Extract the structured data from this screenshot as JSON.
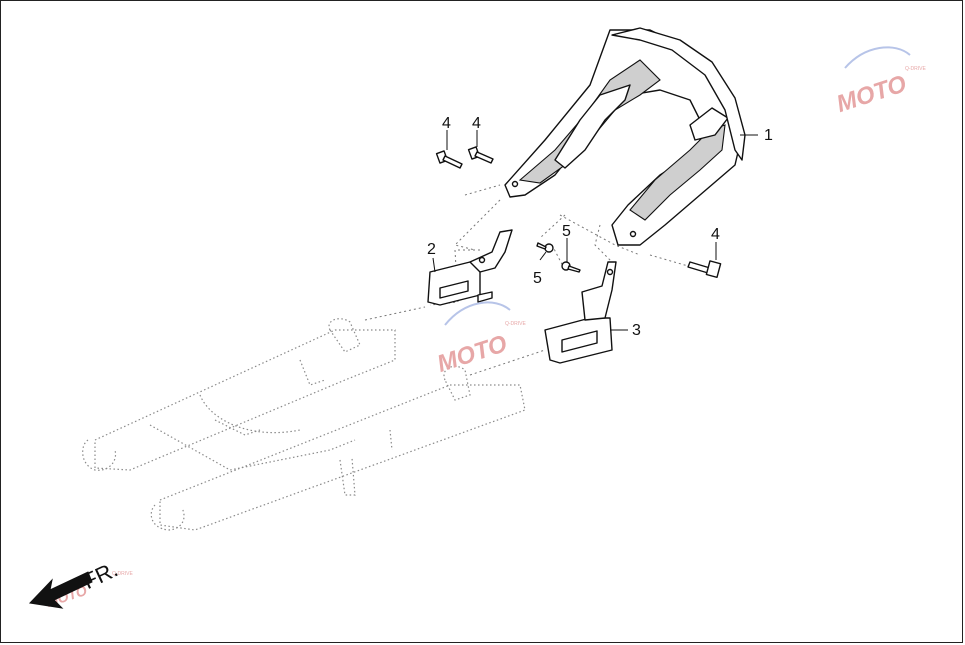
{
  "diagram": {
    "callouts": [
      {
        "id": "c1",
        "text": "1"
      },
      {
        "id": "c2",
        "text": "2"
      },
      {
        "id": "c3",
        "text": "3"
      },
      {
        "id": "c4a",
        "text": "4"
      },
      {
        "id": "c4b",
        "text": "4"
      },
      {
        "id": "c4c",
        "text": "4"
      },
      {
        "id": "c5a",
        "text": "5"
      },
      {
        "id": "c5b",
        "text": "5"
      }
    ],
    "direction_label": "FR.",
    "watermark": {
      "brand": "MOTO",
      "tagline": "Q-DRIVE"
    },
    "colors": {
      "line": "#111111",
      "ghost": "#8a8a8a",
      "watermark": "#e7a7a7"
    }
  }
}
